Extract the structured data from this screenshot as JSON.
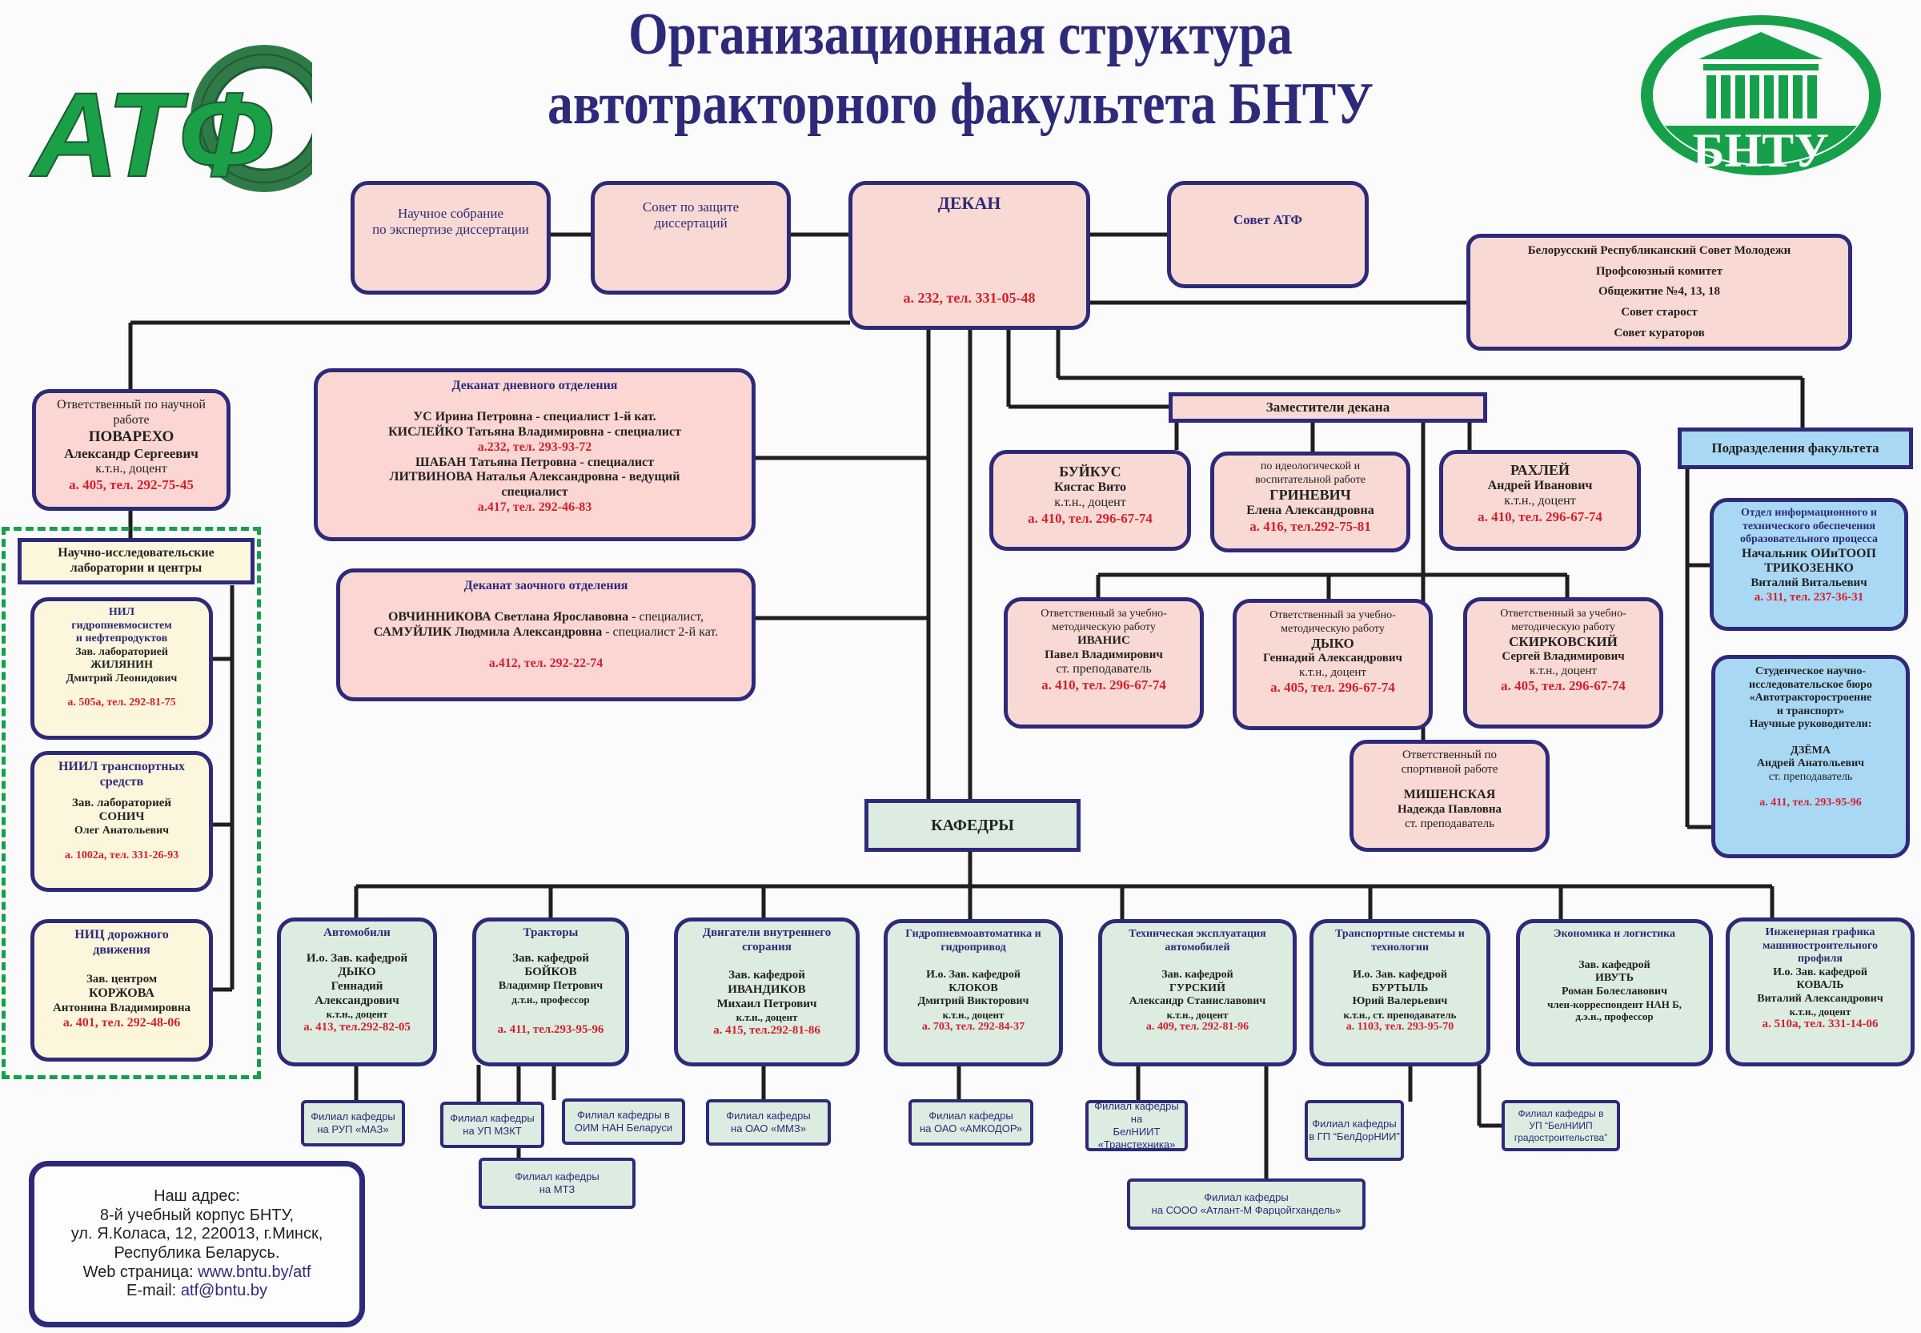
{
  "header": {
    "title_line1": "Организационная структура",
    "title_line2": "автотракторного  факультета  БНТУ",
    "left_logo": {
      "icon": "atf-tire-logo",
      "text": "АТФ",
      "color": "#1aa046"
    },
    "right_logo": {
      "icon": "bntu-building-logo",
      "text": "БНТУ",
      "color": "#16a04a"
    }
  },
  "top_row": {
    "scientific_assembly": [
      "Научное собрание",
      "по экспертизе диссертации"
    ],
    "defense_council": [
      "Совет по защите",
      "диссертаций"
    ],
    "dean": {
      "title": "ДЕКАН",
      "contact": "а. 232, тел. 331-05-48"
    },
    "faculty_council": "Совет АТФ",
    "youth_orgs": [
      "Белорусский Республиканский Совет Молодежи",
      "Профсоюзный комитет",
      "Общежитие №4, 13, 18",
      "Совет старост",
      "Совет кураторов"
    ]
  },
  "science_lead": {
    "role": "Ответственный по научной работе",
    "surname": "ПОВАРЕХО",
    "name": "Александр Сергеевич",
    "degree": "к.т.н., доцент",
    "contact": "а. 405,  тел. 292-75-45"
  },
  "labs": {
    "header": [
      "Научно-исследовательские",
      "лаборатории и центры"
    ],
    "items": [
      {
        "title": [
          "НИЛ",
          "гидропневмосистем",
          "и нефтепродуктов"
        ],
        "role": "Зав. лабораторией",
        "surname": "ЖИЛЯНИН",
        "name": "Дмитрий Леонидович",
        "contact": "а. 505а, тел. 292-81-75"
      },
      {
        "title": [
          "НИИЛ транспортных",
          "средств"
        ],
        "role": "Зав. лабораторией",
        "surname": "СОНИЧ",
        "name": "Олег Анатольевич",
        "contact": "а. 1002а, тел. 331-26-93"
      },
      {
        "title": [
          "НИЦ дорожного",
          "движения"
        ],
        "role": "Зав. центром",
        "surname": "КОРЖОВА",
        "name": "Антонина Владимировна",
        "contact": "а. 401, тел. 292-48-06"
      }
    ]
  },
  "deanery_day": {
    "title": "Деканат дневного отделения",
    "lines": [
      "УС Ирина Петровна - специалист 1-й кат.",
      "КИСЛЕЙКО Татьяна Владимировна - специалист"
    ],
    "contact1": "а.232, тел. 293-93-72",
    "lines2": [
      "ШАБАН Татьяна Петровна - специалист",
      "ЛИТВИНОВА Наталья Александровна - ведущий",
      "специалист"
    ],
    "contact2": "а.417, тел. 292-46-83"
  },
  "deanery_extramural": {
    "title": "Деканат заочного отделения",
    "person1": {
      "name": "ОВЧИННИКОВА Светлана Ярославовна",
      "role": " - специалист,"
    },
    "person2": {
      "name": "САМУЙЛИК Людмила Александровна",
      "role": " - специалист 2-й кат."
    },
    "contact": "а.412, тел. 292-22-74"
  },
  "deputies": {
    "header": "Заместители декана",
    "items": [
      {
        "role": "",
        "surname": "БУЙКУС",
        "name": "Кястас Вито",
        "degree": "к.т.н., доцент",
        "contact": "а. 410, тел. 296-67-74"
      },
      {
        "role": "по идеологической и воспитательной работе",
        "surname": "ГРИНЕВИЧ",
        "name": "Елена Александровна",
        "degree": "",
        "contact": "а. 416, тел.292-75-81"
      },
      {
        "role": "",
        "surname": "РАХЛЕЙ",
        "name": "Андрей Иванович",
        "degree": "к.т.н., доцент",
        "contact": "а. 410, тел. 296-67-74"
      }
    ]
  },
  "methodical": [
    {
      "role": "Ответственный за учебно-методическую работу",
      "surname": "ИВАНИС",
      "name": "Павел Владимирович",
      "degree": "ст. преподаватель",
      "contact": "а. 410, тел. 296-67-74"
    },
    {
      "role": "Ответственный за учебно-методическую работу",
      "surname": "ДЫКО",
      "name": "Геннадий Александрович",
      "degree": "к.т.н., доцент",
      "contact": "а. 405, тел. 296-67-74"
    },
    {
      "role": "Ответственный за учебно-методическую работу",
      "surname": "СКИРКОВСКИЙ",
      "name": "Сергей Владимирович",
      "degree": "к.т.н., доцент",
      "contact": "а. 405, тел. 296-67-74"
    }
  ],
  "sports": {
    "role": "Ответственный по спортивной работе",
    "surname": "МИШЕНСКАЯ",
    "name": "Надежда Павловна",
    "degree": "ст. преподаватель"
  },
  "subdivisions": {
    "header": "Подразделения факультета",
    "items": [
      {
        "title": [
          "Отдел информационного и",
          "технического обеспечения",
          "образовательного процесса"
        ],
        "role": "Начальник ОИиТООП",
        "surname": "ТРИКОЗЕНКО",
        "name": "Виталий Витальевич",
        "contact": "а. 311, тел. 237-36-31"
      },
      {
        "title": [
          "Студенческое научно-",
          "исследовательское бюро",
          "«Автотракторостроение",
          "и транспорт»",
          "Научные руководители:"
        ],
        "surname": "ДЗЁМА",
        "name": "Андрей Анатольевич",
        "degree": "ст. преподаватель",
        "contact": "а. 411, тел. 293-95-96"
      }
    ]
  },
  "departments": {
    "header": "КАФЕДРЫ",
    "items": [
      {
        "title": "Автомобили",
        "lines": [
          "И.о. Зав. кафедрой",
          "ДЫКО",
          "Геннадий",
          "Александрович"
        ],
        "degree": "к.т.н., доцент",
        "contact": "а. 413, тел.292-82-05"
      },
      {
        "title": "Тракторы",
        "lines": [
          "Зав. кафедрой",
          "БОЙКОВ",
          "Владимир Петрович"
        ],
        "degree": "д.т.н., профессор",
        "contact": "а. 411, тел.293-95-96"
      },
      {
        "title": "Двигатели внутреннего сгорания",
        "lines": [
          "Зав. кафедрой",
          "ИВАНДИКОВ",
          "Михаил Петрович"
        ],
        "degree": "к.т.н., доцент",
        "contact": "а. 415, тел.292-81-86"
      },
      {
        "title": "Гидропневмоавтоматика и гидропривод",
        "lines": [
          "И.о. Зав. кафедрой",
          "КЛОКОВ",
          "Дмитрий Викторович"
        ],
        "degree": "к.т.н., доцент",
        "contact": "а. 703, тел. 292-84-37"
      },
      {
        "title": "Техническая эксплуатация автомобилей",
        "lines": [
          "Зав. кафедрой",
          "ГУРСКИЙ",
          "Александр Станиславович"
        ],
        "degree": "к.т.н., доцент",
        "contact": "а. 409, тел. 292-81-96"
      },
      {
        "title": "Транспортные системы и технологии",
        "lines": [
          "И.о. Зав. кафедрой",
          "БУРТЫЛЬ",
          "Юрий Валерьевич"
        ],
        "degree": "к.т.н., ст. преподаватель",
        "contact": "а. 1103, тел. 293-95-70"
      },
      {
        "title": "Экономика и логистика",
        "lines": [
          "Зав. кафедрой",
          "ИВУТЬ",
          "Роман Болеславович",
          "член-корреспондент НАН Б,"
        ],
        "degree": "д.э.н., профессор",
        "contact": ""
      },
      {
        "title": "Инженерная графика машиностроительного профиля",
        "lines": [
          "И.о. Зав. кафедрой",
          "КОВАЛЬ",
          "Виталий Александрович"
        ],
        "degree": "к.т.н., доцент",
        "contact": "а. 510а, тел. 331-14-06"
      }
    ]
  },
  "branches": [
    [
      "Филиал кафедры",
      "на РУП «МАЗ»"
    ],
    [
      "Филиал кафедры",
      "на УП МЗКТ"
    ],
    [
      "Филиал кафедры в",
      "ОИМ НАН Беларуси"
    ],
    [
      "Филиал кафедры",
      "на МТЗ"
    ],
    [
      "Филиал кафедры",
      "на ОАО «ММЗ»"
    ],
    [
      "Филиал кафедры",
      "на ОАО «АМКОДОР»"
    ],
    [
      "Филиал кафедры на",
      "БелНИИТ «Транстехника»"
    ],
    [
      "Филиал кафедры",
      "на  СООО «Атлант-М Фарцойгхандель»"
    ],
    [
      "Филиал кафедры",
      "в ГП “БелДорНИИ”"
    ],
    [
      "Филиал кафедры в",
      "УП “БелНИИП градостроительства”"
    ]
  ],
  "address": {
    "lines": [
      "Наш адрес:",
      "8-й учебный корпус БНТУ,",
      "ул. Я.Коласа, 12, 220013, г.Минск,",
      "Республика Беларусь."
    ],
    "web_label": "Web страница: ",
    "web_url": "www.bntu.by/atf",
    "email_label": "E-mail: ",
    "email": "atf@bntu.by"
  }
}
